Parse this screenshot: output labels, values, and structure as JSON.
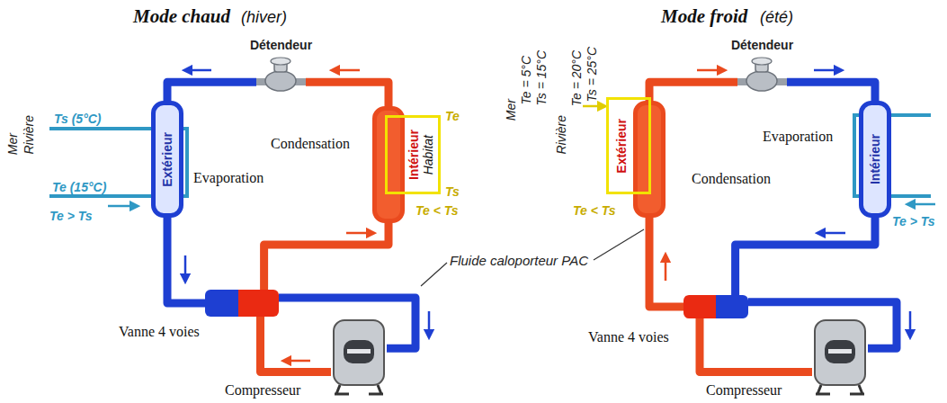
{
  "diagram": {
    "nodes": [
      {
        "text": [
          "Détendeur"
        ]
      },
      {
        "text": [
          "Extérieur",
          "Evaporation"
        ]
      },
      {
        "text": [
          "Condensation"
        ]
      },
      {
        "text": [
          "Intérieur",
          "Habitat"
        ]
      },
      {
        "text": [
          "Vanne 4 voies"
        ]
      },
      {
        "text": [
          "Compresseur"
        ]
      },
      {
        "text": [
          "Détendeur"
        ]
      },
      {
        "text": [
          "Condensation"
        ]
      },
      {
        "text": [
          "Extérieur"
        ]
      },
      {
        "text": [
          "Intérieur",
          "Evaporation"
        ]
      },
      {
        "text": [
          "Vanne 4 voies"
        ]
      },
      {
        "text": [
          "Compresseur"
        ]
      }
    ],
    "edges": [
      {
        "from": 1,
        "to": 0,
        "arrow": "none"
      },
      {
        "from": 0,
        "to": 2,
        "arrow": "none"
      },
      {
        "from": 2,
        "to": 4,
        "arrow": "none"
      },
      {
        "from": 1,
        "to": 4,
        "arrow": "none"
      },
      {
        "from": 4,
        "to": 5,
        "arrow": "none"
      },
      {
        "from": 5,
        "to": 4,
        "arrow": "none"
      },
      {
        "from": 7,
        "to": 6,
        "arrow": "none"
      },
      {
        "from": 6,
        "to": 9,
        "arrow": "none"
      },
      {
        "from": 9,
        "to": 10,
        "arrow": "none"
      },
      {
        "from": 7,
        "to": 10,
        "arrow": "none"
      },
      {
        "from": 10,
        "to": 11,
        "arrow": "none"
      },
      {
        "from": 11,
        "to": 10,
        "arrow": "none"
      }
    ],
    "labels": [
      "Mode chaud",
      "(hiver)",
      "Mode froid",
      "(été)",
      "Mer",
      "Rivière",
      "Ts (5°C)",
      "Te (15°C)",
      "Te > Ts",
      "Te",
      "Ts",
      "Te < Ts",
      "Fluide caloporteur PAC",
      "Mer",
      "Te = 5°C",
      "Ts = 15°C",
      "Rivière",
      "Te = 20°C",
      "Ts = 25°C",
      "Te < Ts",
      "Te > Ts"
    ]
  }
}
